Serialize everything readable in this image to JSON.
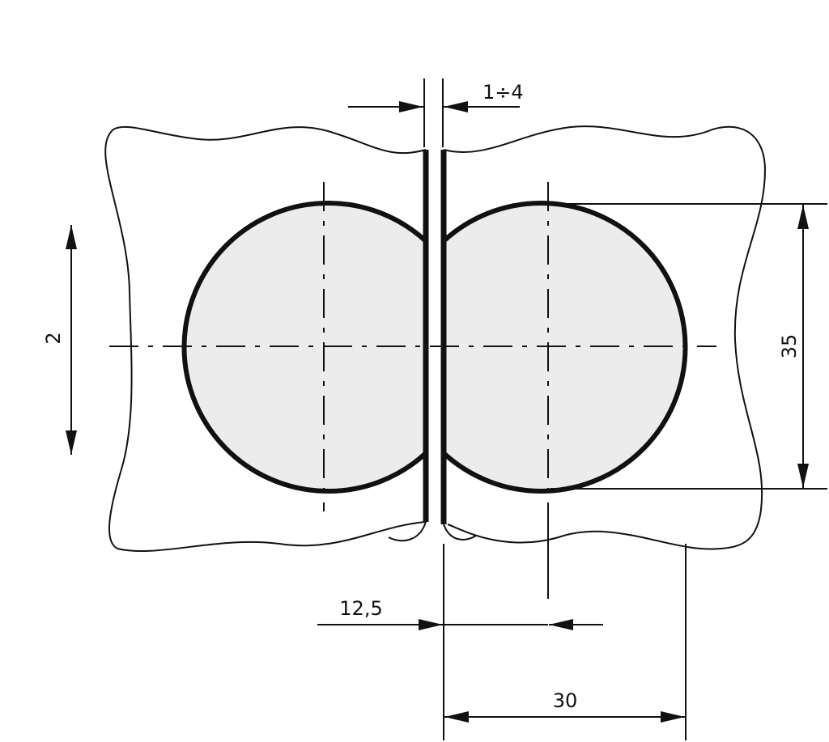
{
  "dimensions": {
    "gap": "1÷4",
    "offset_vertical": "2",
    "diameter": "35",
    "half_width": "12,5",
    "width": "30"
  },
  "colors": {
    "stroke": "#111111",
    "fill": "#ececec",
    "background": "#ffffff"
  }
}
